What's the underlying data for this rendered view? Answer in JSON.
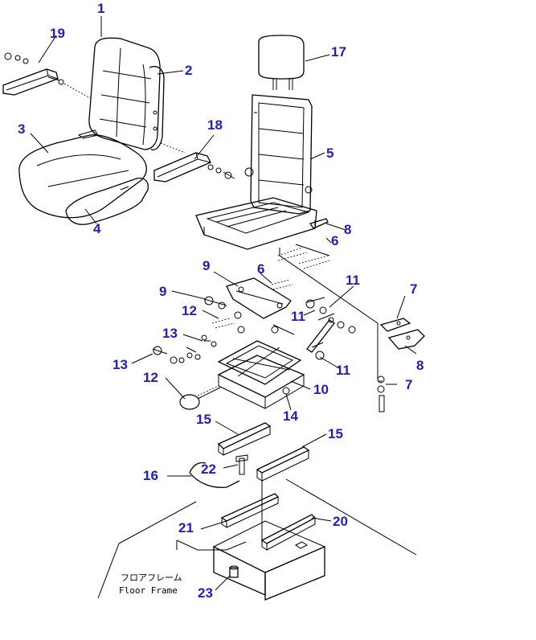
{
  "diagram": {
    "callouts": [
      {
        "id": "c1",
        "text": "1"
      },
      {
        "id": "c2",
        "text": "2"
      },
      {
        "id": "c3",
        "text": "3"
      },
      {
        "id": "c4",
        "text": "4"
      },
      {
        "id": "c5",
        "text": "5"
      },
      {
        "id": "c6a",
        "text": "6"
      },
      {
        "id": "c6b",
        "text": "6"
      },
      {
        "id": "c7a",
        "text": "7"
      },
      {
        "id": "c7b",
        "text": "7"
      },
      {
        "id": "c8a",
        "text": "8"
      },
      {
        "id": "c8b",
        "text": "8"
      },
      {
        "id": "c9a",
        "text": "9"
      },
      {
        "id": "c9b",
        "text": "9"
      },
      {
        "id": "c10",
        "text": "10"
      },
      {
        "id": "c11a",
        "text": "11"
      },
      {
        "id": "c11b",
        "text": "11"
      },
      {
        "id": "c11c",
        "text": "11"
      },
      {
        "id": "c12a",
        "text": "12"
      },
      {
        "id": "c12b",
        "text": "12"
      },
      {
        "id": "c13a",
        "text": "13"
      },
      {
        "id": "c13b",
        "text": "13"
      },
      {
        "id": "c14",
        "text": "14"
      },
      {
        "id": "c15a",
        "text": "15"
      },
      {
        "id": "c15b",
        "text": "15"
      },
      {
        "id": "c16",
        "text": "16"
      },
      {
        "id": "c17",
        "text": "17"
      },
      {
        "id": "c18",
        "text": "18"
      },
      {
        "id": "c19",
        "text": "19"
      },
      {
        "id": "c20",
        "text": "20"
      },
      {
        "id": "c21",
        "text": "21"
      },
      {
        "id": "c22",
        "text": "22"
      },
      {
        "id": "c23",
        "text": "23"
      }
    ],
    "floor_frame_label_jp": "フロアフレーム",
    "floor_frame_label_en": "Floor Frame"
  },
  "colors": {
    "callout": "#2020b8",
    "line": "#000000",
    "background": "#ffffff"
  }
}
